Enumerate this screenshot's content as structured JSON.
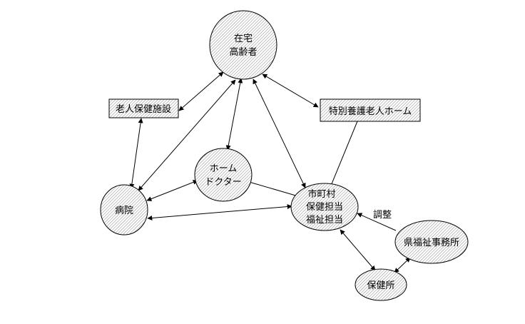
{
  "diagram": {
    "nodes": {
      "elderly": {
        "lines": [
          "在宅",
          "高齢者"
        ]
      },
      "health_facility": {
        "lines": [
          "老人保健施設"
        ]
      },
      "nursing_home": {
        "lines": [
          "特別養護老人ホーム"
        ]
      },
      "home_doctor": {
        "lines": [
          "ホーム",
          "ドクター"
        ]
      },
      "hospital": {
        "lines": [
          "病院"
        ]
      },
      "municipality": {
        "lines": [
          "市町村",
          "保健担当",
          "福祉担当"
        ]
      },
      "pref_office": {
        "lines": [
          "県福祉事務所"
        ]
      },
      "health_center": {
        "lines": [
          "保健所"
        ]
      }
    },
    "edge_labels": {
      "coordination": "調整"
    }
  }
}
